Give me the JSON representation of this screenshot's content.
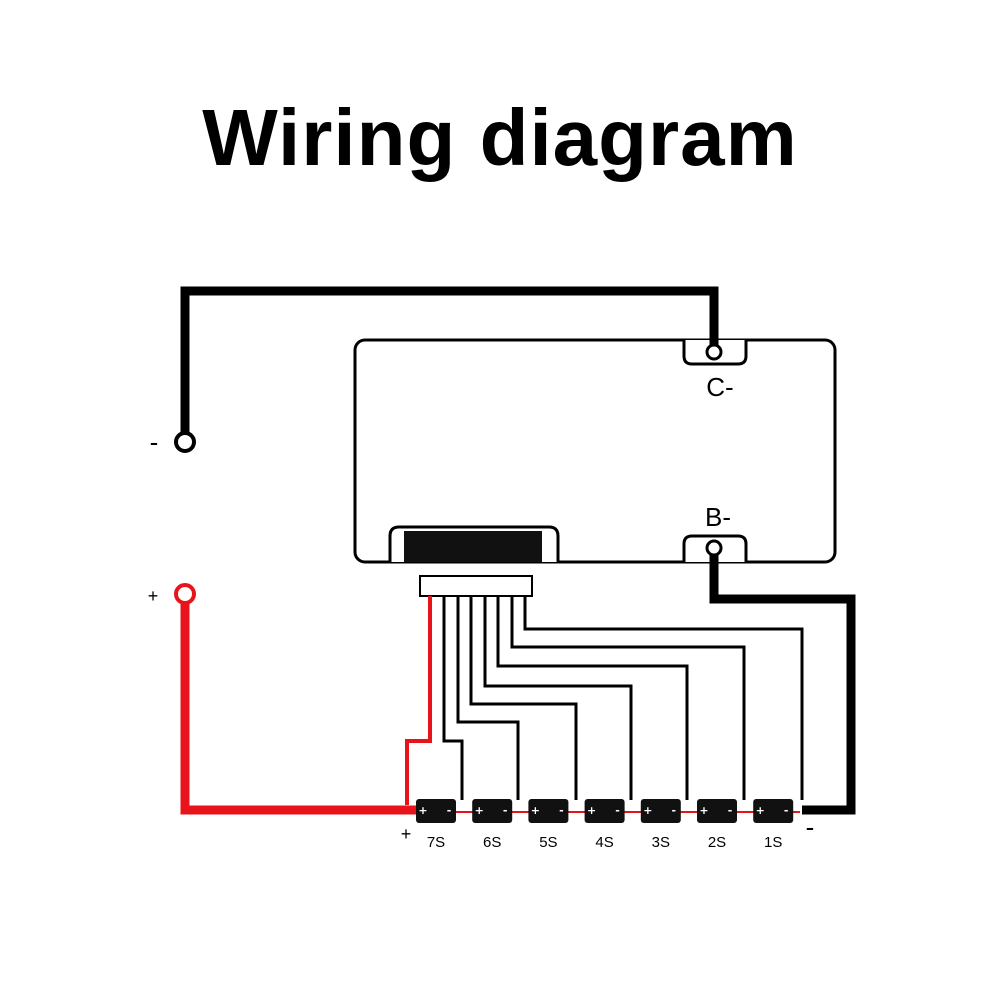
{
  "title": "Wiring diagram",
  "terminals": {
    "output_negative": "-",
    "output_positive": "+",
    "bms_c_minus": "C-",
    "bms_b_minus": "B-",
    "pack_positive": "+",
    "pack_negative": "-"
  },
  "cells": [
    {
      "label": "7S",
      "pos": "+",
      "neg": "-"
    },
    {
      "label": "6S",
      "pos": "+",
      "neg": "-"
    },
    {
      "label": "5S",
      "pos": "+",
      "neg": "-"
    },
    {
      "label": "4S",
      "pos": "+",
      "neg": "-"
    },
    {
      "label": "3S",
      "pos": "+",
      "neg": "-"
    },
    {
      "label": "2S",
      "pos": "+",
      "neg": "-"
    },
    {
      "label": "1S",
      "pos": "+",
      "neg": "-"
    }
  ],
  "colors": {
    "wire_negative": "#000000",
    "wire_positive": "#e8141b",
    "balance_wire": "#000000",
    "cell_body": "#111111",
    "background": "#ffffff"
  }
}
